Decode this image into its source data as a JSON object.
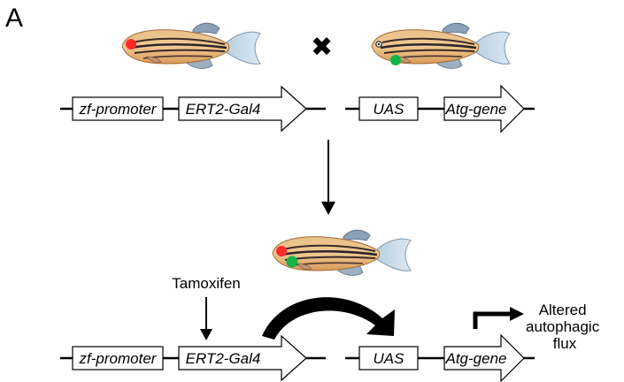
{
  "panel_label": "A",
  "cross_symbol": "✖",
  "parent_left": {
    "promoter": "zf-promoter",
    "driver": "ERT2-Gal4",
    "eye_marker_color": "#ff2a2a"
  },
  "parent_right": {
    "uas": "UAS",
    "gene": "Atg-gene",
    "heart_marker_color": "#16b34a"
  },
  "offspring": {
    "eye_marker_color": "#ff2a2a",
    "heart_marker_color": "#16b34a"
  },
  "bottom_construct": {
    "treatment": "Tamoxifen",
    "promoter": "zf-promoter",
    "driver": "ERT2-Gal4",
    "uas": "UAS",
    "gene": "Atg-gene",
    "outcome_lines": [
      "Altered",
      "autophagic",
      "flux"
    ]
  },
  "colors": {
    "line": "#000000",
    "box_fill": "#ffffff"
  }
}
